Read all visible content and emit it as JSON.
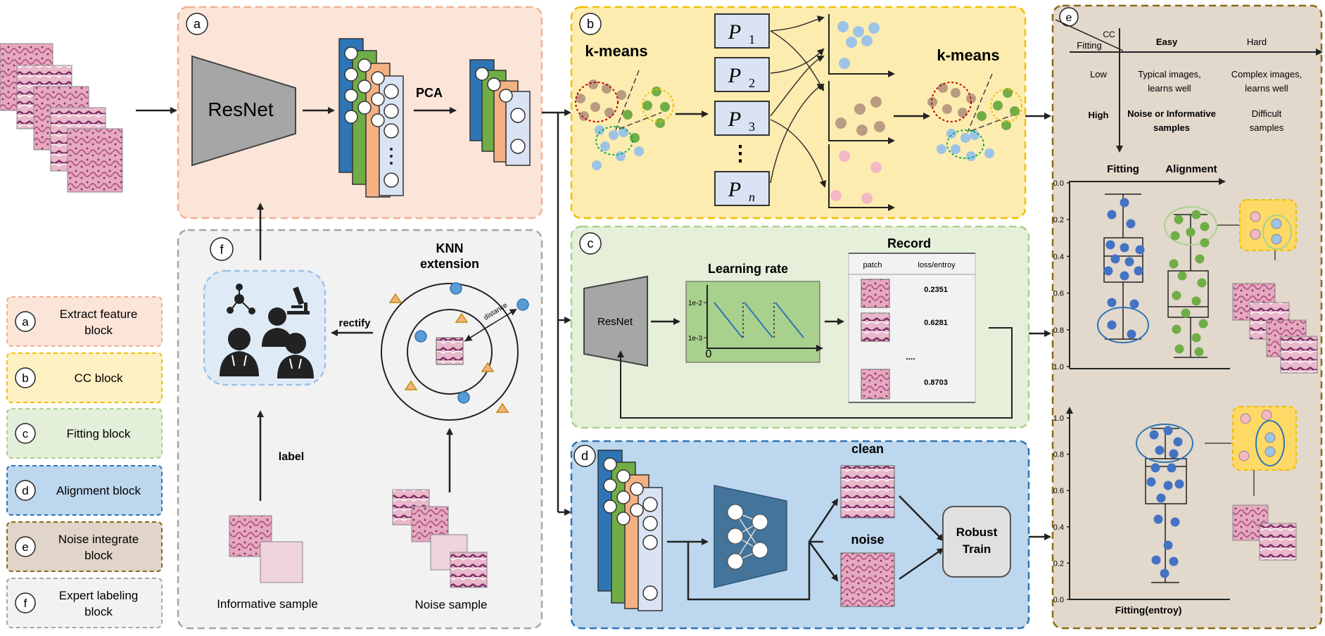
{
  "panels": {
    "a": {
      "letter": "a",
      "resnet": "ResNet",
      "pca": "PCA"
    },
    "b": {
      "letter": "b",
      "kmeans_left": "k-means",
      "kmeans_right": "k-means",
      "p_labels": [
        {
          "base": "P",
          "sub": "1"
        },
        {
          "base": "P",
          "sub": "2"
        },
        {
          "base": "P",
          "sub": "3"
        },
        {
          "base": "P",
          "sub": "n"
        }
      ],
      "vdots": "⋮"
    },
    "c": {
      "letter": "c",
      "resnet": "ResNet",
      "learning_rate": "Learning rate",
      "lr_ticks": [
        "1e-2",
        "1e-3",
        "0"
      ],
      "record_title": "Record",
      "col_patch": "patch",
      "col_loss": "loss/entroy",
      "losses": [
        "0.2351",
        "0.6281",
        "....",
        "0.8703"
      ]
    },
    "d": {
      "letter": "d",
      "clean": "clean",
      "noise": "noise",
      "robust_line1": "Robust",
      "robust_line2": "Train"
    },
    "e": {
      "letter": "e",
      "cc": "CC",
      "fitting": "Fitting",
      "easy": "Easy",
      "hard": "Hard",
      "low": "Low",
      "high": "High",
      "typical_1": "Typical images,",
      "typical_2": "learns well",
      "complex_1": "Complex images,",
      "complex_2": "learns well",
      "noise_1": "Noise or Informative",
      "noise_2": "samples",
      "difficult_1": "Difficult",
      "difficult_2": "samples",
      "box_title_fitting": "Fitting",
      "box_title_alignment": "Alignment",
      "top_ticks": [
        "0.0",
        "0.2",
        "0.4",
        "0.6",
        "0.8",
        "1.0"
      ],
      "bottom_ticks": [
        "1.0",
        "0.8",
        "0.6",
        "0.4",
        "0.2",
        "0.0"
      ],
      "bottom_xlabel": "Fitting(entroy)"
    },
    "f": {
      "letter": "f",
      "knn_1": "KNN",
      "knn_2": "extension",
      "distance": "distance",
      "rectify": "rectify",
      "label": "label",
      "informative": "Informative sample",
      "noise": "Noise sample"
    }
  },
  "legend": [
    {
      "letter": "a",
      "line1": "Extract feature",
      "line2": "block",
      "fill": "#fbe5d9",
      "stroke": "#f2b090"
    },
    {
      "letter": "b",
      "line1": "CC block",
      "line2": "",
      "fill": "#fdf0c2",
      "stroke": "#f0c000"
    },
    {
      "letter": "c",
      "line1": "Fitting block",
      "line2": "",
      "fill": "#e3efd8",
      "stroke": "#a9d18e"
    },
    {
      "letter": "d",
      "line1": "Alignment block",
      "line2": "",
      "fill": "#bdd7ee",
      "stroke": "#2e75b6"
    },
    {
      "letter": "e",
      "line1": "Noise integrate",
      "line2": "block",
      "fill": "#e0d5c8",
      "stroke": "#8b6914"
    },
    {
      "letter": "f",
      "line1": "Expert labeling",
      "line2": "block",
      "fill": "#f2f2f2",
      "stroke": "#a6a6a6"
    }
  ],
  "colors": {
    "panel_a": "#fbe5d9",
    "panel_b": "#fdecaf",
    "panel_c": "#e5efd9",
    "panel_d": "#bdd7ee",
    "panel_e": "#e2d8cc",
    "panel_f": "#f2f2f2",
    "blue_dot": "#4472c4",
    "green_dot": "#70ad47",
    "tan_dot": "#b99b82",
    "lightblue_dot": "#9dc3e6",
    "pink_dot": "#f4b8c4",
    "tissue": "#d98aa8"
  }
}
